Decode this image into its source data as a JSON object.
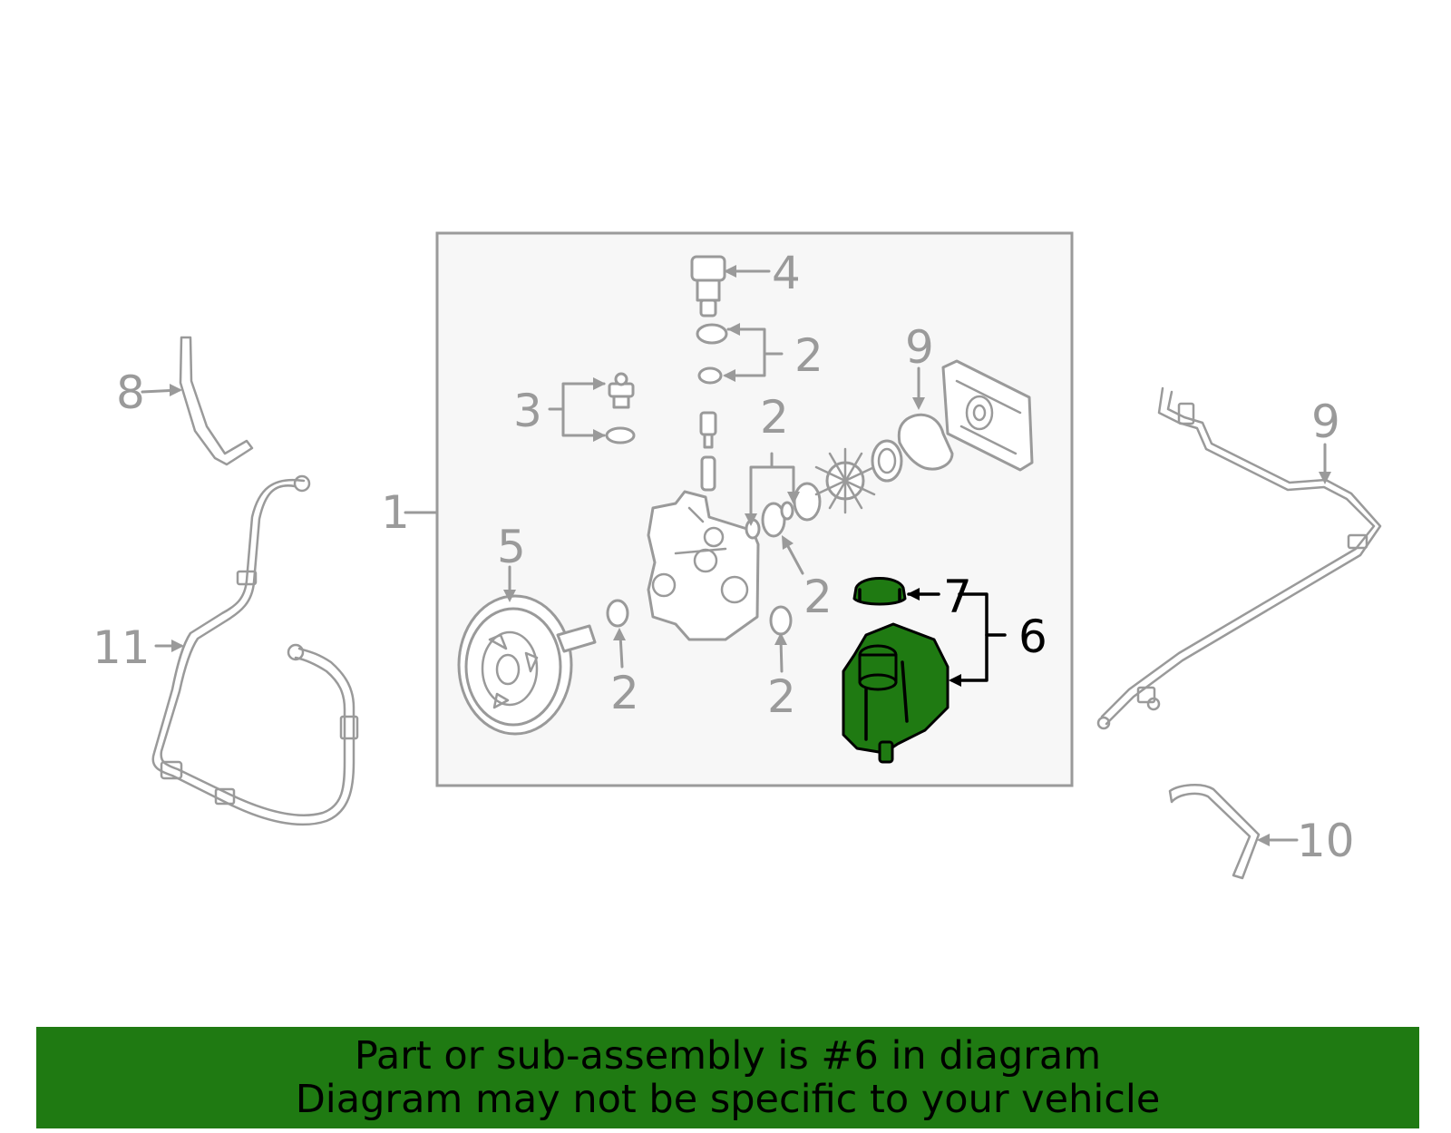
{
  "diagram": {
    "callouts": {
      "c1": "1",
      "c2a": "2",
      "c2b": "2",
      "c2c": "2",
      "c2d": "2",
      "c2e": "2",
      "c3": "3",
      "c4": "4",
      "c5": "5",
      "c6": "6",
      "c7": "7",
      "c8": "8",
      "c9a": "9",
      "c9b": "9",
      "c10": "10",
      "c11": "11"
    },
    "highlighted_part": "6",
    "colors": {
      "highlight": "#1f7a12",
      "line": "#9a9a9a",
      "box_fill": "#f7f7f7"
    }
  },
  "banner": {
    "line1": "Part or sub-assembly is #6 in diagram",
    "line2": "Diagram may not be specific to your vehicle"
  }
}
